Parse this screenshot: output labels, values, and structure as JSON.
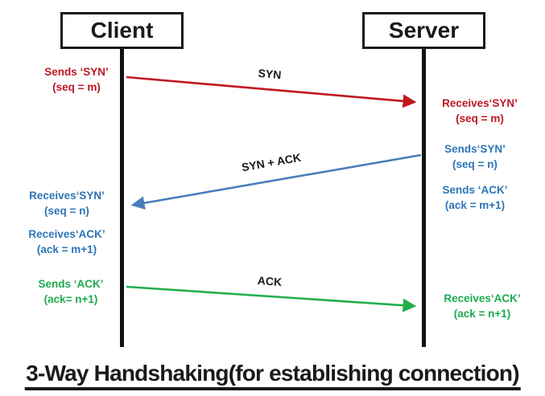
{
  "title": "3-Way Handshaking(for establishing connection)",
  "actors": {
    "client": "Client",
    "server": "Server"
  },
  "arrows": {
    "syn": {
      "label": "SYN",
      "color": "#c01820",
      "from": "client",
      "to": "server"
    },
    "syn_ack": {
      "label": "SYN + ACK",
      "color": "#4a7ebb",
      "from": "server",
      "to": "client"
    },
    "ack": {
      "label": "ACK",
      "color": "#22af4b",
      "from": "client",
      "to": "server"
    }
  },
  "client_side": {
    "sends_syn": {
      "line1": "Sends ‘SYN’",
      "line2": "(seq = m)"
    },
    "receives_syn": {
      "line1": "Receives‘SYN’",
      "line2": "(seq = n)"
    },
    "receives_ack": {
      "line1": "Receives‘ACK’",
      "line2": "(ack = m+1)"
    },
    "sends_ack": {
      "line1": "Sends ‘ACK’",
      "line2": "(ack= n+1)"
    }
  },
  "server_side": {
    "receives_syn": {
      "line1": "Receives‘SYN’",
      "line2": "(seq = m)"
    },
    "sends_syn": {
      "line1": "Sends‘SYN’",
      "line2": "(seq = n)"
    },
    "sends_ack": {
      "line1": "Sends ‘ACK’",
      "line2": "(ack = m+1)"
    },
    "receives_ack": {
      "line1": "Receives‘ACK’",
      "line2": "(ack = n+1)"
    }
  },
  "colors": {
    "syn_red": "#c01820",
    "syn_ack_blue": "#4a7ebb",
    "ack_green": "#22af4b",
    "red_text": "#bf1722",
    "blue_text": "#2e75b6",
    "green_text": "#1cab4e",
    "lifeline_black": "#121212"
  }
}
